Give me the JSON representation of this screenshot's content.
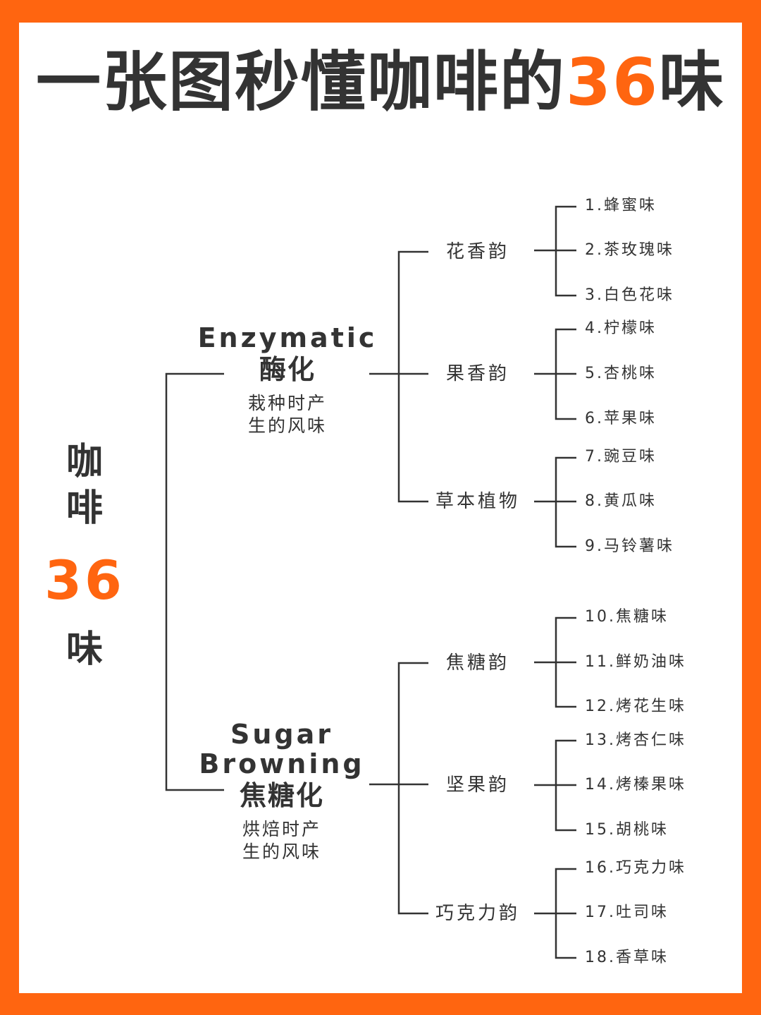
{
  "colors": {
    "accent": "#FF6510",
    "text": "#333333",
    "background": "#FFFFFF"
  },
  "title": {
    "prefix": "一张图秒懂咖啡的",
    "number": "36",
    "suffix": "味"
  },
  "root": {
    "line1": "咖",
    "line2": "啡",
    "number": "36",
    "line3": "味"
  },
  "categories": [
    {
      "en": "Enzymatic",
      "zh": "酶化",
      "desc_line1": "栽种时产",
      "desc_line2": "生的风味",
      "branches": [
        {
          "label": "花香韵",
          "leaves": [
            "1.蜂蜜味",
            "2.茶玫瑰味",
            "3.白色花味"
          ]
        },
        {
          "label": "果香韵",
          "leaves": [
            "4.柠檬味",
            "5.杏桃味",
            "6.苹果味"
          ]
        },
        {
          "label": "草本植物",
          "leaves": [
            "7.豌豆味",
            "8.黄瓜味",
            "9.马铃薯味"
          ]
        }
      ]
    },
    {
      "en_line1": "Sugar",
      "en_line2": "Browning",
      "zh": "焦糖化",
      "desc_line1": "烘焙时产",
      "desc_line2": "生的风味",
      "branches": [
        {
          "label": "焦糖韵",
          "leaves": [
            "10.焦糖味",
            "11.鲜奶油味",
            "12.烤花生味"
          ]
        },
        {
          "label": "坚果韵",
          "leaves": [
            "13.烤杏仁味",
            "14.烤榛果味",
            "15.胡桃味"
          ]
        },
        {
          "label": "巧克力韵",
          "leaves": [
            "16.巧克力味",
            "17.吐司味",
            "18.香草味"
          ]
        }
      ]
    }
  ]
}
